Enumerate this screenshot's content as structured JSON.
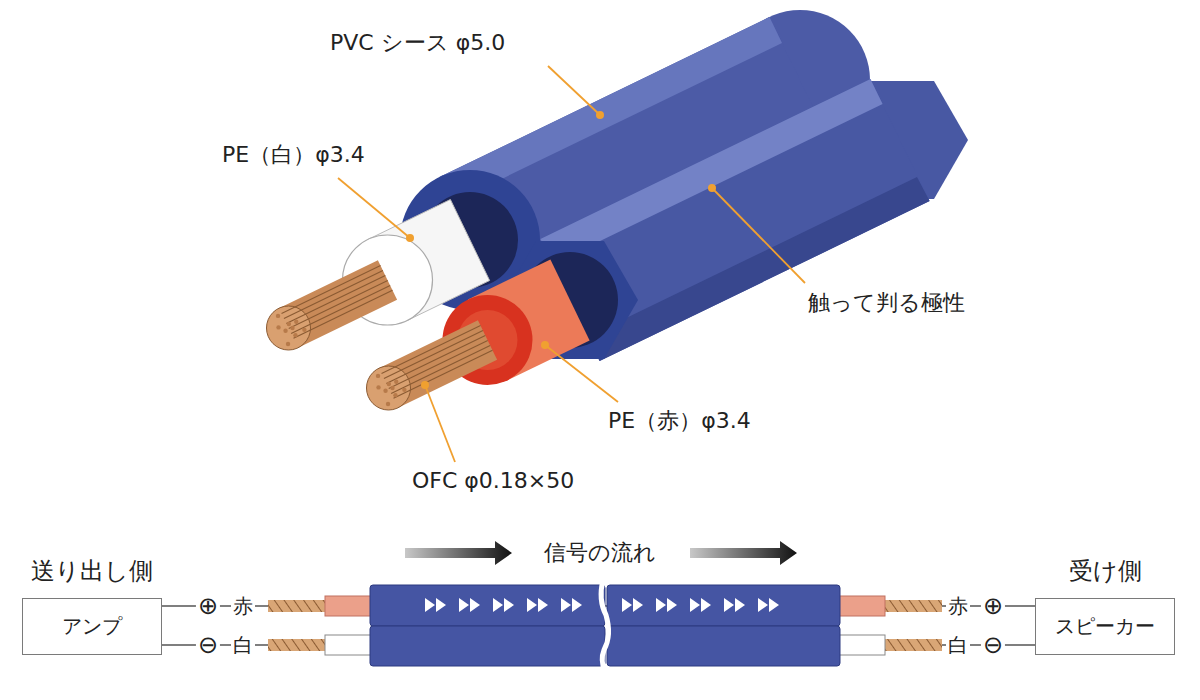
{
  "diagram": {
    "nodes": [
      {
        "text": [
          "送り出し側",
          "アンプ"
        ]
      },
      {
        "text": [
          "受け側",
          "スピーカー"
        ]
      }
    ],
    "edges": [
      {
        "from": 0,
        "to": 1,
        "arrow": "none"
      },
      {
        "from": 0,
        "to": 1,
        "arrow": "none"
      }
    ],
    "labels": [
      "PVC シース φ5.0",
      "PE（白）φ3.4",
      "触って判る極性",
      "PE（赤）φ3.4",
      "OFC φ0.18×50",
      "信号の流れ",
      "⊕",
      "赤",
      "⊖",
      "白",
      "赤",
      "⊕",
      "白",
      "⊖"
    ]
  }
}
